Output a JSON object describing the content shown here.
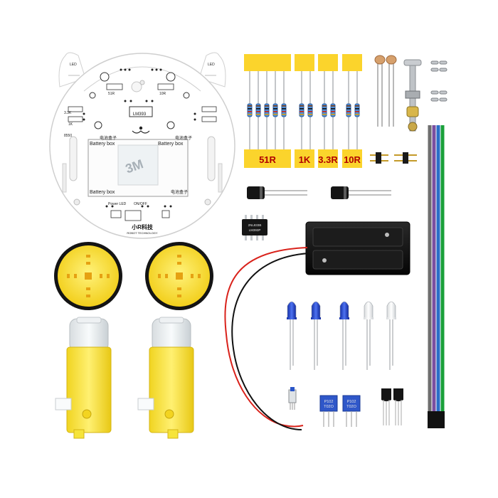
{
  "board": {
    "label_battery_box_left": "Battery box",
    "label_battery_box_right": "Battery box",
    "label_battery_box_bottom": "Battery box",
    "label_cn_top_left": "电池盒子",
    "label_cn_top_right": "电池盒子",
    "label_cn_bottom": "电池盒子",
    "chip_label": "LM393",
    "label_res_51r": "51R",
    "label_res_10r": "10R",
    "label_res_3_3k": "3.3K",
    "label_res_1k": "1K",
    "label_power": "Power LED",
    "label_switch": "ON/OFF",
    "label_led": "LED",
    "label_s8550": "8550",
    "brand": "小R科技",
    "brand_sub": "ROBOT TECHNOLOGY"
  },
  "resistor_tapes": {
    "t1": "51R",
    "t2": "1K",
    "t3": "3.3R",
    "t4": "10R"
  },
  "ic": {
    "line1": "2NL833B",
    "line2": "LM393P"
  },
  "pots": {
    "p1_line1": "P102",
    "p1_line2": "T02O",
    "p2_line1": "P102",
    "p2_line2": "T02O"
  },
  "colors": {
    "wheel": "#f5df3a",
    "motor": "#f6e43a",
    "pcb": "#ffffff",
    "tape": "#fbd42c",
    "led_blue": "#1f3fd8",
    "wire_red": "#d9221b",
    "wire_black": "#111111",
    "ribbon": [
      "#6e6e6e",
      "#7a4fa0",
      "#2a6fc7",
      "#1aa03a"
    ]
  }
}
